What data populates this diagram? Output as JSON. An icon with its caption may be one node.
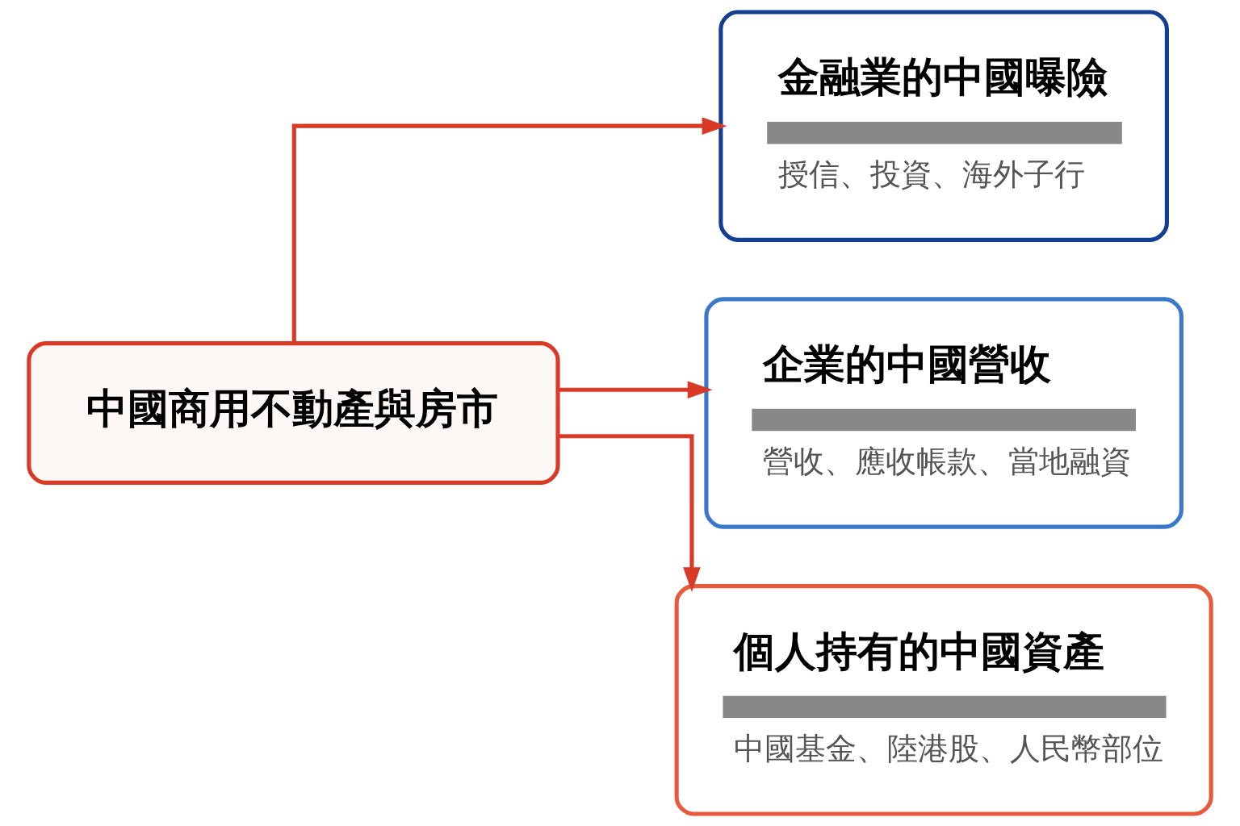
{
  "diagram": {
    "nodes": [
      {
        "text": [
          "中國商用不動產與房市"
        ]
      },
      {
        "text": [
          "金融業的中國曝險",
          "授信、投資、海外子行"
        ]
      },
      {
        "text": [
          "企業的中國營收",
          "營收、應收帳款、當地融資"
        ]
      },
      {
        "text": [
          "個人持有的中國資產",
          "中國基金、陸港股、人民幣部位"
        ]
      }
    ],
    "edges": [
      {
        "from": 0,
        "to": 1,
        "arrow": "to"
      },
      {
        "from": 0,
        "to": 2,
        "arrow": "to"
      },
      {
        "from": 0,
        "to": 3,
        "arrow": "to"
      }
    ]
  }
}
